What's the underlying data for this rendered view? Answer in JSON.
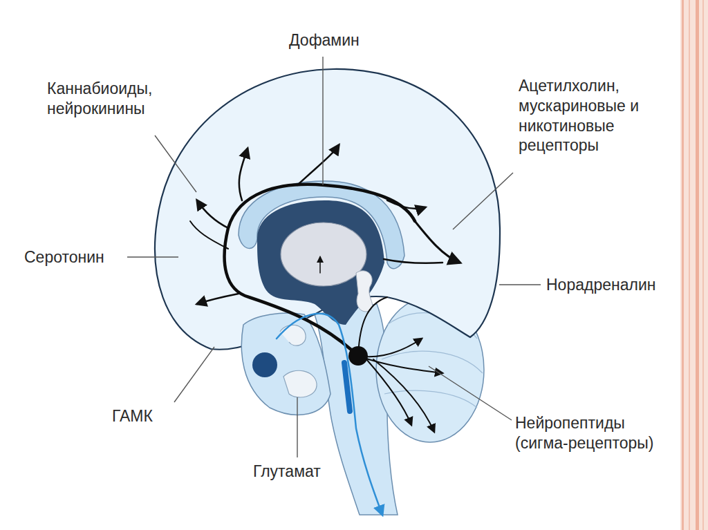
{
  "diagram": {
    "labels": [
      "Дофамин",
      "Каннабиоиды, нейрокинины",
      "Ацетилхолин, мускариновые и никотиновые рецепторы",
      "Серотонин",
      "Норадреналин",
      "ГАМК",
      "Нейропептиды (сигма-рецепторы)",
      "Глутамат"
    ]
  }
}
